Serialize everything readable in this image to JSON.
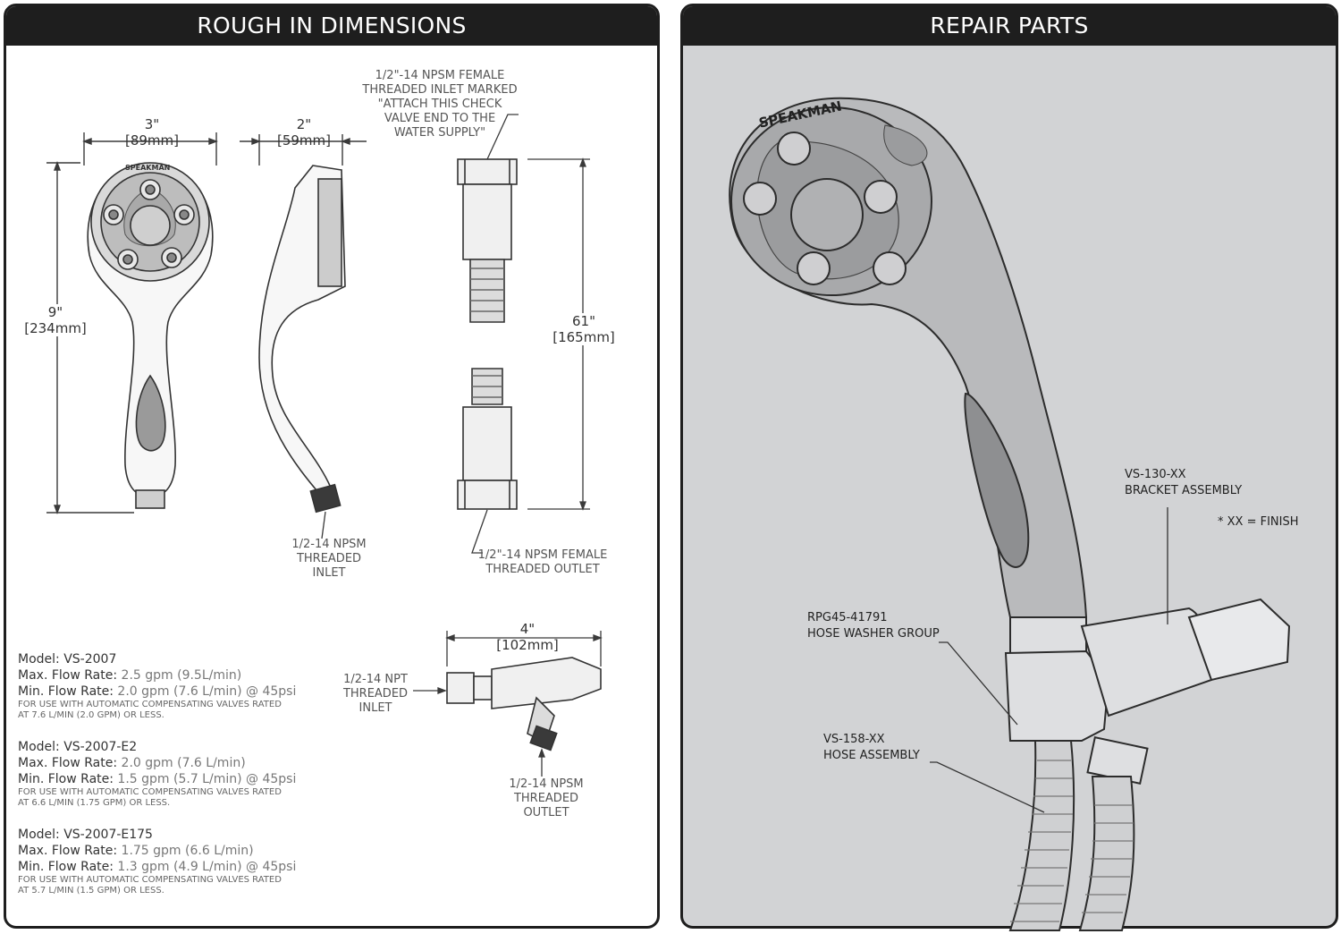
{
  "left_panel": {
    "title": "ROUGH IN DIMENSIONS",
    "dims": {
      "width_in": "3\"",
      "width_mm": "[89mm]",
      "depth_in": "2\"",
      "depth_mm": "[59mm]",
      "height_in": "9\"",
      "height_mm": "[234mm]",
      "hose_in": "61\"",
      "hose_mm": "[165mm]",
      "bracket_in": "4\"",
      "bracket_mm": "[102mm]"
    },
    "callouts": {
      "hose_inlet": [
        "1/2\"-14 NPSM FEMALE",
        "THREADED INLET MARKED",
        "\"ATTACH THIS CHECK",
        "VALVE END TO THE",
        "WATER SUPPLY\""
      ],
      "handle_inlet": [
        "1/2-14 NPSM",
        "THREADED",
        "INLET"
      ],
      "hose_outlet": [
        "1/2\"-14 NPSM FEMALE",
        "THREADED OUTLET"
      ],
      "bracket_inlet": [
        "1/2-14 NPT",
        "THREADED",
        "INLET"
      ],
      "bracket_outlet": [
        "1/2-14 NPSM",
        "THREADED",
        "OUTLET"
      ]
    },
    "logo": "SPEAKMAN",
    "specs": [
      {
        "model": "Model: VS-2007",
        "max_label": "Max. Flow Rate:",
        "max_value": "2.5 gpm (9.5L/min)",
        "min_label": "Min. Flow Rate:",
        "min_value": "2.0 gpm (7.6 L/min) @ 45psi",
        "note1": "FOR USE WITH AUTOMATIC COMPENSATING VALVES RATED",
        "note2": "AT 7.6 L/MIN (2.0 GPM) OR LESS."
      },
      {
        "model": "Model: VS-2007-E2",
        "max_label": "Max. Flow Rate:",
        "max_value": "2.0 gpm (7.6 L/min)",
        "min_label": "Min. Flow Rate:",
        "min_value": "1.5 gpm (5.7 L/min) @ 45psi",
        "note1": "FOR USE WITH AUTOMATIC COMPENSATING VALVES RATED",
        "note2": "AT 6.6 L/MIN (1.75 GPM) OR LESS."
      },
      {
        "model": "Model: VS-2007-E175",
        "max_label": "Max. Flow Rate:",
        "max_value": "1.75 gpm (6.6 L/min)",
        "min_label": "Min. Flow Rate:",
        "min_value": "1.3 gpm (4.9 L/min) @ 45psi",
        "note1": "FOR USE WITH AUTOMATIC COMPENSATING VALVES RATED",
        "note2": "AT 5.7 L/MIN (1.5 GPM) OR LESS."
      }
    ]
  },
  "right_panel": {
    "title": "REPAIR PARTS",
    "logo": "SPEAKMAN",
    "parts": {
      "bracket_code": "VS-130-XX",
      "bracket_name": "BRACKET ASSEMBLY",
      "finish_note": "* XX = FINISH",
      "washer_code": "RPG45-41791",
      "washer_name": "HOSE WASHER GROUP",
      "hose_code": "VS-158-XX",
      "hose_name": "HOSE ASSEMBLY"
    }
  }
}
